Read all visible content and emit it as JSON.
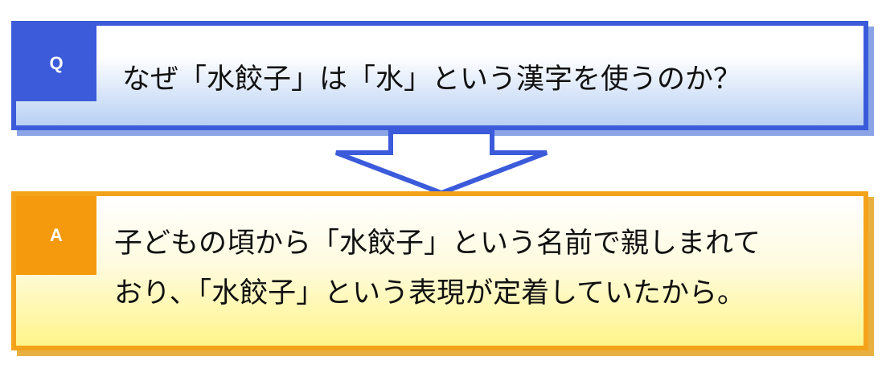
{
  "question": {
    "badge": "Q",
    "text": "なぜ「水餃子」は「水」という漢字を使うのか？"
  },
  "answer": {
    "badge": "A",
    "lines": [
      "子どもの頃から「水餃子」という名前で親しまれて",
      "おり、「水餃子」という表現が定着していたから。"
    ]
  },
  "colors": {
    "question_border": "#3b5bdb",
    "answer_border": "#f3a31a",
    "answer_badge": "#f59a0d"
  }
}
